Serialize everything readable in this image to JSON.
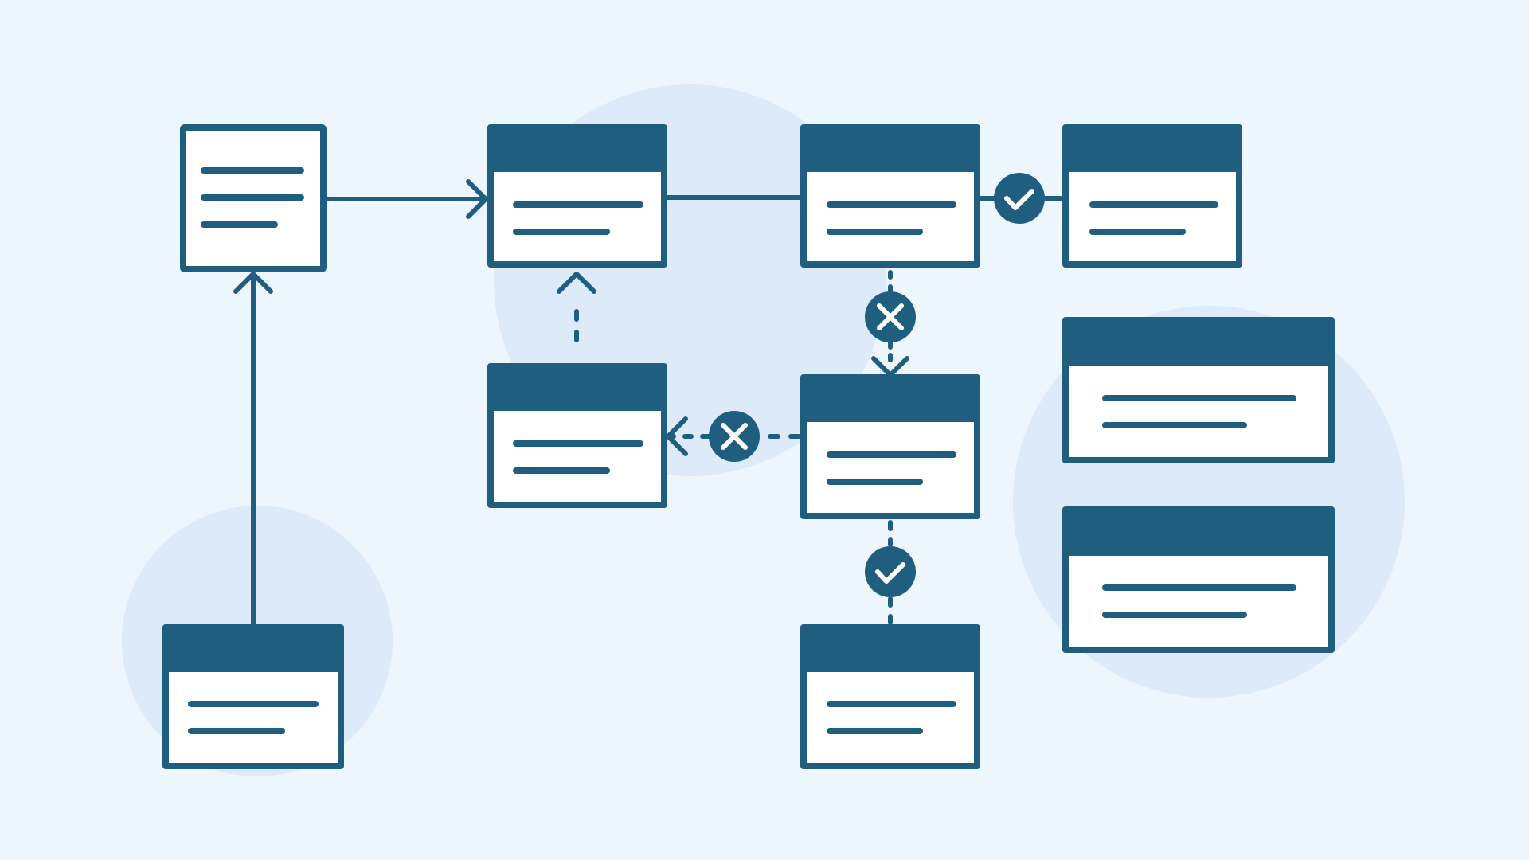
{
  "diagram": {
    "colors": {
      "background": "#edf5fd",
      "blob": "#dceaf9",
      "primary": "#1f5e7e",
      "card_body": "#ffffff"
    },
    "nodes": [
      {
        "id": "doc-card",
        "style": "plain",
        "lines": 3
      },
      {
        "id": "card-top-2",
        "style": "header",
        "lines": 2
      },
      {
        "id": "card-top-3",
        "style": "header",
        "lines": 2
      },
      {
        "id": "card-top-4",
        "style": "header",
        "lines": 2
      },
      {
        "id": "card-middle-left",
        "style": "header",
        "lines": 2
      },
      {
        "id": "card-middle-center",
        "style": "header",
        "lines": 2
      },
      {
        "id": "card-bottom-left",
        "style": "header",
        "lines": 2
      },
      {
        "id": "card-bottom-center",
        "style": "header",
        "lines": 2
      },
      {
        "id": "card-right-upper",
        "style": "header",
        "lines": 2
      },
      {
        "id": "card-right-lower",
        "style": "header",
        "lines": 2
      }
    ],
    "connectors": [
      {
        "id": "doc-to-card-top-2",
        "style": "solid",
        "arrow": true,
        "marker": "none"
      },
      {
        "id": "card-top-2-to-card-top-3",
        "style": "solid",
        "arrow": false,
        "marker": "none"
      },
      {
        "id": "card-top-3-to-card-top-4",
        "style": "solid",
        "arrow": false,
        "marker": "check"
      },
      {
        "id": "card-bottom-left-to-doc",
        "style": "solid",
        "arrow": true,
        "marker": "none"
      },
      {
        "id": "card-middle-left-to-card-top-2",
        "style": "dashed",
        "arrow": true,
        "marker": "none"
      },
      {
        "id": "card-top-3-to-card-middle-center",
        "style": "dashed",
        "arrow": true,
        "marker": "cross"
      },
      {
        "id": "card-middle-center-to-card-middle-left",
        "style": "dashed",
        "arrow": true,
        "marker": "cross"
      },
      {
        "id": "card-middle-center-to-card-bottom-center",
        "style": "dashed",
        "arrow": false,
        "marker": "check"
      }
    ],
    "icons": [
      "check-icon",
      "cross-icon",
      "arrowhead-icon"
    ]
  }
}
